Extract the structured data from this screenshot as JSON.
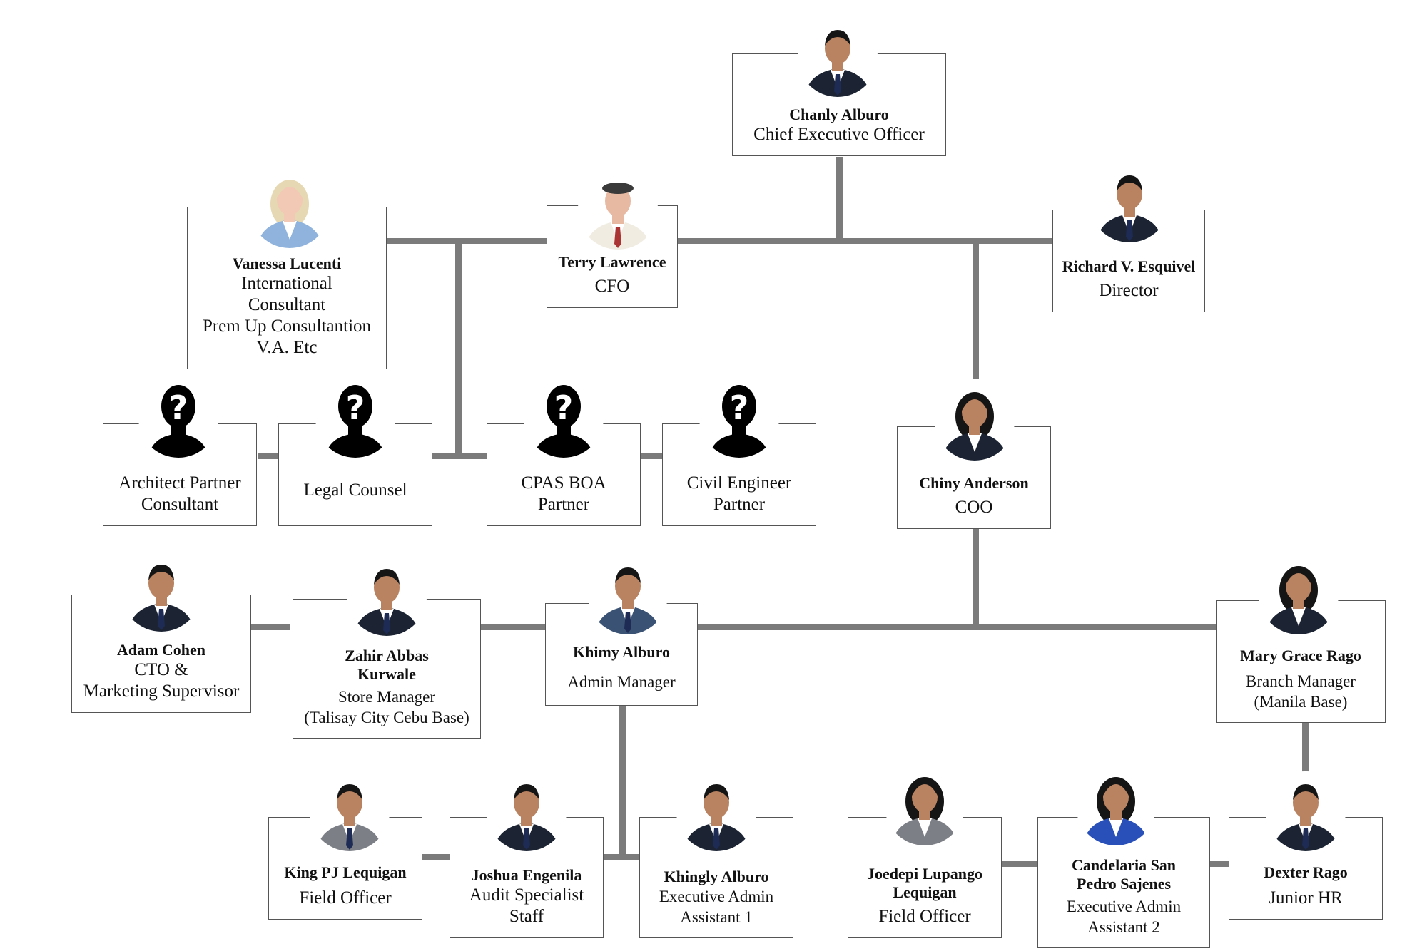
{
  "org_chart": {
    "ceo": {
      "name": "Chanly Alburo",
      "role": "Chief Executive Officer",
      "photo": "man-dark-suit-photo"
    },
    "cfo": {
      "name": "Terry Lawrence",
      "role": "CFO",
      "photo": "older-man-cap-photo"
    },
    "director": {
      "name": "Richard V. Esquivel",
      "role": "Director",
      "photo": "man-dark-suit-photo"
    },
    "consultant": {
      "name": "Vanessa Lucenti",
      "role_lines": [
        "International",
        "Consultant",
        "Prem Up Consultantion",
        "V.A. Etc"
      ],
      "photo": "blonde-woman-photo"
    },
    "architect": {
      "role_lines": [
        "Architect Partner",
        "Consultant"
      ],
      "photo": "unknown-person-icon"
    },
    "legal": {
      "role": "Legal Counsel",
      "photo": "unknown-person-icon"
    },
    "cpas": {
      "role_lines": [
        "CPAS BOA",
        "Partner"
      ],
      "photo": "unknown-person-icon"
    },
    "civil": {
      "role_lines": [
        "Civil Engineer",
        "Partner"
      ],
      "photo": "unknown-person-icon"
    },
    "coo": {
      "name": "Chiny Anderson",
      "role": "COO",
      "photo": "woman-blazer-photo"
    },
    "cto": {
      "name": "Adam Cohen",
      "role_lines": [
        "CTO &",
        "Marketing Supervisor"
      ],
      "photo": "man-beard-suit-photo"
    },
    "store_manager": {
      "name_lines": [
        "Zahir Abbas",
        "Kurwale"
      ],
      "role_lines": [
        "Store Manager",
        "(Talisay City Cebu Base)"
      ],
      "photo": "man-suit-photo"
    },
    "admin_manager": {
      "name": "Khimy Alburo",
      "role": "Admin Manager",
      "photo": "man-blue-suit-photo"
    },
    "branch_manager": {
      "name": "Mary Grace Rago",
      "role_lines": [
        "Branch Manager",
        "(Manila Base)"
      ],
      "photo": "woman-blazer-photo"
    },
    "field_officer_1": {
      "name": "King PJ Lequigan",
      "role": "Field Officer",
      "photo": "man-grey-suit-photo"
    },
    "audit": {
      "name": "Joshua Engenila",
      "role_lines": [
        "Audit Specialist",
        "Staff"
      ],
      "photo": "man-dark-suit-photo"
    },
    "exec_admin_1": {
      "name": "Khingly Alburo",
      "role_lines": [
        "Executive Admin",
        "Assistant 1"
      ],
      "photo": "man-dark-suit-photo"
    },
    "field_officer_2": {
      "name_lines": [
        "Joedepi Lupango",
        "Lequigan"
      ],
      "role": "Field Officer",
      "photo": "woman-grey-blazer-photo"
    },
    "exec_admin_2": {
      "name_lines": [
        "Candelaria San",
        "Pedro Sajenes"
      ],
      "role_lines": [
        "Executive Admin",
        "Assistant 2"
      ],
      "photo": "woman-blue-blazer-photo"
    },
    "junior_hr": {
      "name": "Dexter Rago",
      "role": "Junior HR",
      "photo": "man-dark-suit-photo"
    }
  },
  "colors": {
    "connector": "#7b7b7b",
    "card_border": "#555555",
    "unknown_silhouette": "#000000"
  }
}
